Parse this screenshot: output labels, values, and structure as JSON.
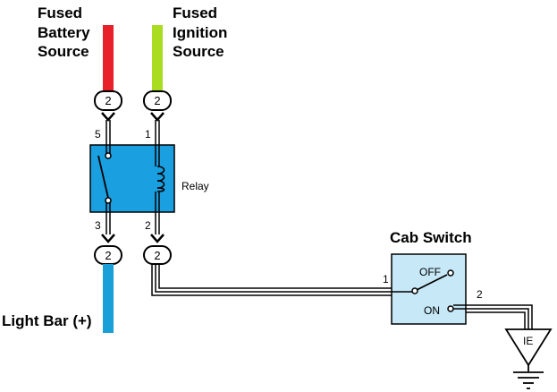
{
  "colors": {
    "battery_wire": "#e8202a",
    "ignition_wire": "#aadd22",
    "lightbar_wire": "#1aa0d8",
    "relay_fill": "#1a9fe0",
    "switch_fill": "#c6e8f7",
    "wire": "#000000"
  },
  "labels": {
    "battery": [
      "Fused",
      "Battery",
      "Source"
    ],
    "ignition": [
      "Fused",
      "Ignition",
      "Source"
    ],
    "light_bar": "Light Bar (+)",
    "relay": "Relay",
    "cab_switch": "Cab Switch",
    "switch_off": "OFF",
    "switch_on": "ON",
    "ground": "IE"
  },
  "connectors": {
    "battery_top": "2",
    "ignition_top": "2",
    "lightbar_bottom": "2",
    "switch_feed_bottom": "2"
  },
  "pins": {
    "relay_pin_5": "5",
    "relay_pin_1": "1",
    "relay_pin_3": "3",
    "relay_pin_2": "2",
    "switch_pin_1": "1",
    "switch_pin_2": "2"
  }
}
